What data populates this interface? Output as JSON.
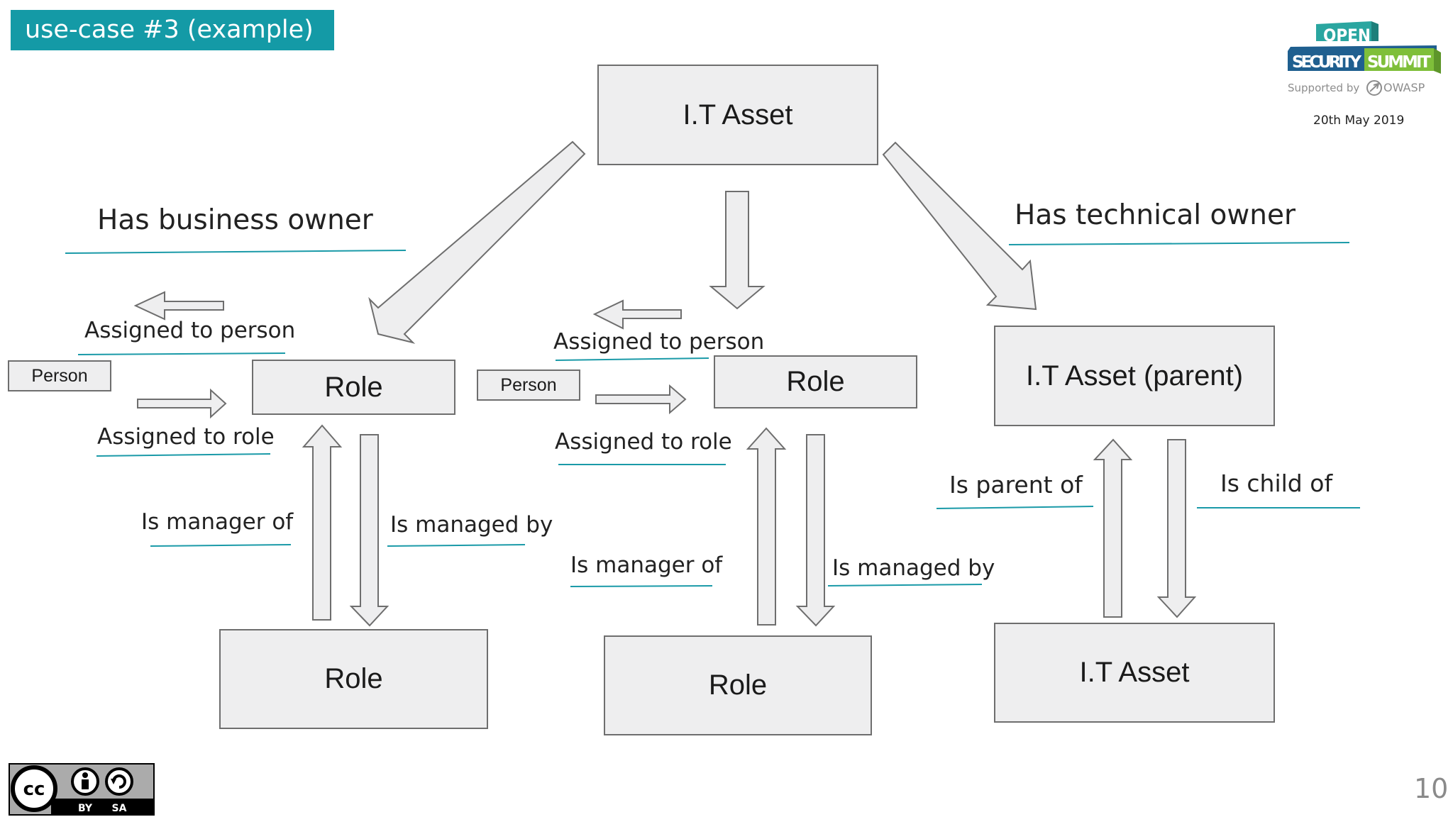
{
  "slide_title": "use-case #3 (example)",
  "logo": {
    "line1": "OPEN",
    "line2a": "SECURITY",
    "line2b": "SUMMIT",
    "supported": "Supported by",
    "owasp": "OWASP"
  },
  "date": "20th May 2019",
  "page_number": "10",
  "license": {
    "by": "BY",
    "sa": "SA",
    "cc": "cc"
  },
  "boxes": {
    "it_asset_top": "I.T Asset",
    "role_left": "Role",
    "role_mid": "Role",
    "it_asset_parent": "I.T Asset (parent)",
    "role_bottom_left": "Role",
    "role_bottom_mid": "Role",
    "it_asset_bottom": "I.T Asset",
    "person_left": "Person",
    "person_mid": "Person"
  },
  "labels": {
    "has_business_owner": "Has business owner",
    "has_technical_owner": "Has technical owner",
    "assigned_to_person_left": "Assigned to person",
    "assigned_to_person_mid": "Assigned to person",
    "assigned_to_role_left": "Assigned to role",
    "assigned_to_role_mid": "Assigned to role",
    "is_manager_of_left": "Is manager of",
    "is_managed_by_left": "Is managed by",
    "is_manager_of_mid": "Is manager of",
    "is_managed_by_mid": "Is managed by",
    "is_parent_of": "Is parent of",
    "is_child_of": "Is child of"
  },
  "colors": {
    "accent": "#149aa6",
    "box_fill": "#eeeeef",
    "box_border": "#6e6e6e",
    "underline": "#1a9aa8"
  }
}
